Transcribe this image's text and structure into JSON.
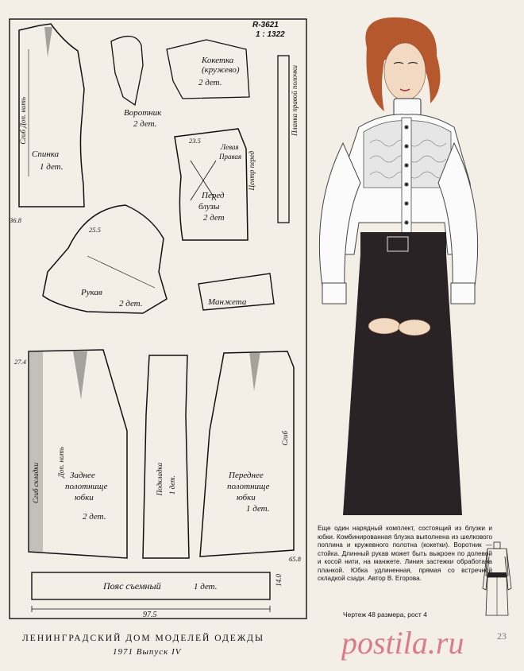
{
  "pattern": {
    "ref_code": "R-3621",
    "ref_scale": "1 : 1322",
    "pieces": {
      "back": "Спинка",
      "back_count": "1 дет.",
      "collar": "Воротник",
      "collar_count": "2 дет.",
      "yoke": "Кокетка",
      "yoke_material": "(кружево)",
      "yoke_count": "2 дет.",
      "front": "Перед",
      "front_sub": "блузы",
      "front_count": "2 дет",
      "left_label": "Левая",
      "right_label": "Правая",
      "sleeve": "Рукав",
      "sleeve_count": "2 дет.",
      "cuff": "Манжета",
      "placket": "Планка правой полочки",
      "skirt_back": "Заднее",
      "skirt_back_2": "полотнище",
      "skirt_back_3": "юбки",
      "skirt_back_count": "2 дет.",
      "facing": "Подкладка",
      "facing_count": "1 дет.",
      "skirt_front": "Переднее",
      "skirt_front_2": "полотнище",
      "skirt_front_3": "юбки",
      "skirt_front_count": "1 дет.",
      "belt": "Пояс съемный",
      "belt_count": "1 дет.",
      "fold_grain": "Сгиб Доп. нить",
      "fold": "Сгиб",
      "grain": "Доп. нить",
      "centre": "Центр перед",
      "fold_pleat": "Сгиб складки"
    },
    "dims": {
      "belt_length": "97.5",
      "belt_width": "14.0",
      "back_hem": "36.8",
      "sleeve_cap": "25.5",
      "front_width": "23.5",
      "skirt_top": "27.4",
      "skirt_hem": "65.8"
    }
  },
  "caption": {
    "text": "Еще один нарядный комплект, состоящий из блузки и юбки. Комбинированная блузка выполнена из шелкового поплина и кружевного полотна (кокетки). Воротник — стойка. Длинный рукав может быть выкроен по долевой и косой нити, на манжете. Линия застежки обработана планкой. Юбка удлиненная, прямая со встречной складкой сзади. Автор В. Егорова.",
    "size_note": "Чертеж 48 размера, рост 4"
  },
  "footer": {
    "title": "ЛЕНИНГРАДСКИЙ ДОМ МОДЕЛЕЙ ОДЕЖДЫ",
    "subtitle": "1971  Выпуск IV",
    "page_number": "23"
  },
  "watermark": {
    "text": "postila.ru"
  },
  "colors": {
    "paper": "#f4efe6",
    "ink": "#111111",
    "skirt": "#2a2326",
    "hair": "#b5582e",
    "watermark": "#c81e3c"
  }
}
